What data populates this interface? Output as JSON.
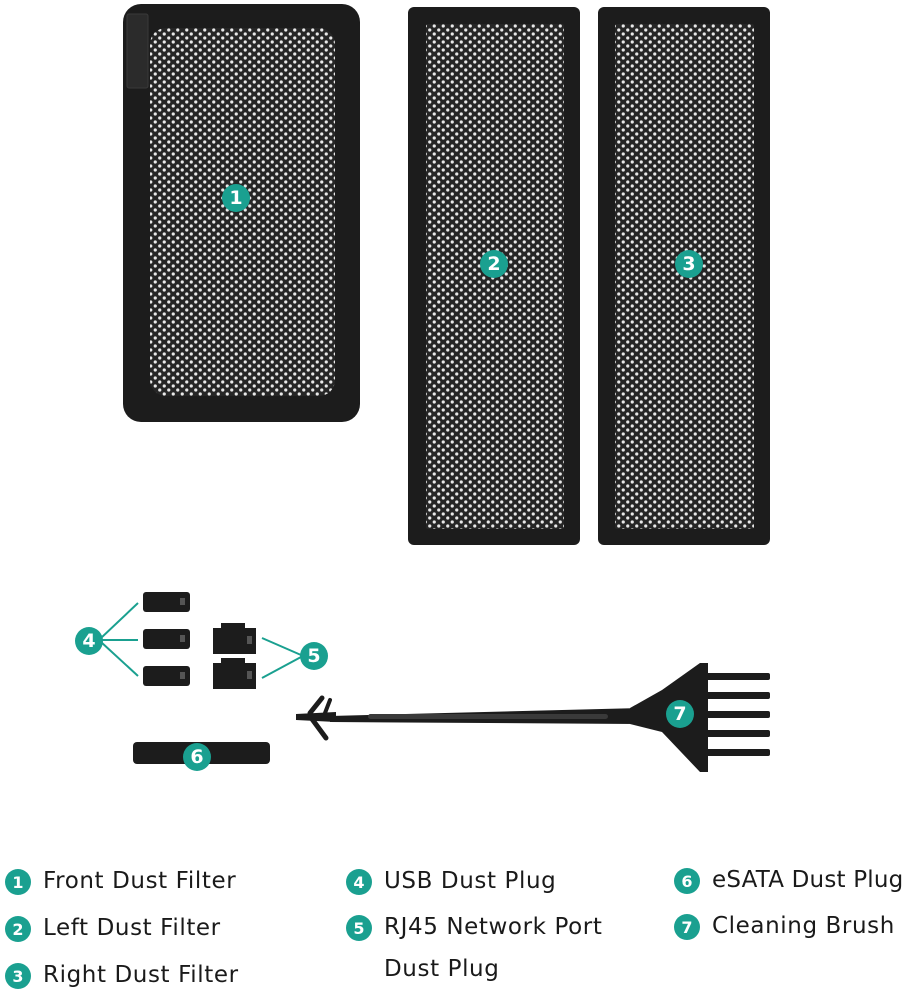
{
  "colors": {
    "accent": "#1aa090",
    "frame": "#1c1c1c",
    "mesh": "#2a2a2a"
  },
  "callouts": {
    "c1": "1",
    "c2": "2",
    "c3": "3",
    "c4": "4",
    "c5": "5",
    "c6": "6",
    "c7": "7"
  },
  "legend": [
    {
      "number": "1",
      "label": "Front Dust Filter"
    },
    {
      "number": "2",
      "label": "Left Dust Filter"
    },
    {
      "number": "3",
      "label": "Right Dust Filter"
    },
    {
      "number": "4",
      "label": "USB Dust Plug"
    },
    {
      "number": "5",
      "label": "RJ45 Network Port Dust Plug"
    },
    {
      "number": "6",
      "label": "eSATA Dust Plug"
    },
    {
      "number": "7",
      "label": "Cleaning Brush"
    }
  ]
}
